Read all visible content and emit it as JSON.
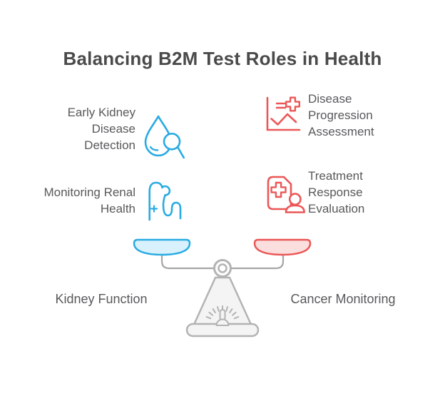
{
  "title": "Balancing B2M Test Roles in Health",
  "colors": {
    "blue_stroke": "#29ABE2",
    "blue_fill": "#D9F1FC",
    "red_stroke": "#EB5757",
    "red_fill": "#FBDEDE",
    "gray_stroke": "#B3B3B3",
    "gray_fill": "#F4F4F4",
    "body_text": "#58595B",
    "title_text": "#4A4A4A"
  },
  "items": {
    "left": [
      {
        "label": "Early Kidney\nDisease\nDetection",
        "icon": "water-drop-magnifier-icon"
      },
      {
        "label": "Monitoring Renal\nHealth",
        "icon": "kidney-icon"
      }
    ],
    "right": [
      {
        "label": "Disease\nProgression\nAssessment",
        "icon": "chart-medical-cross-icon"
      },
      {
        "label": "Treatment\nResponse\nEvaluation",
        "icon": "medical-record-person-icon"
      }
    ]
  },
  "scale": {
    "left_label": "Kidney Function",
    "right_label": "Cancer Monitoring"
  }
}
